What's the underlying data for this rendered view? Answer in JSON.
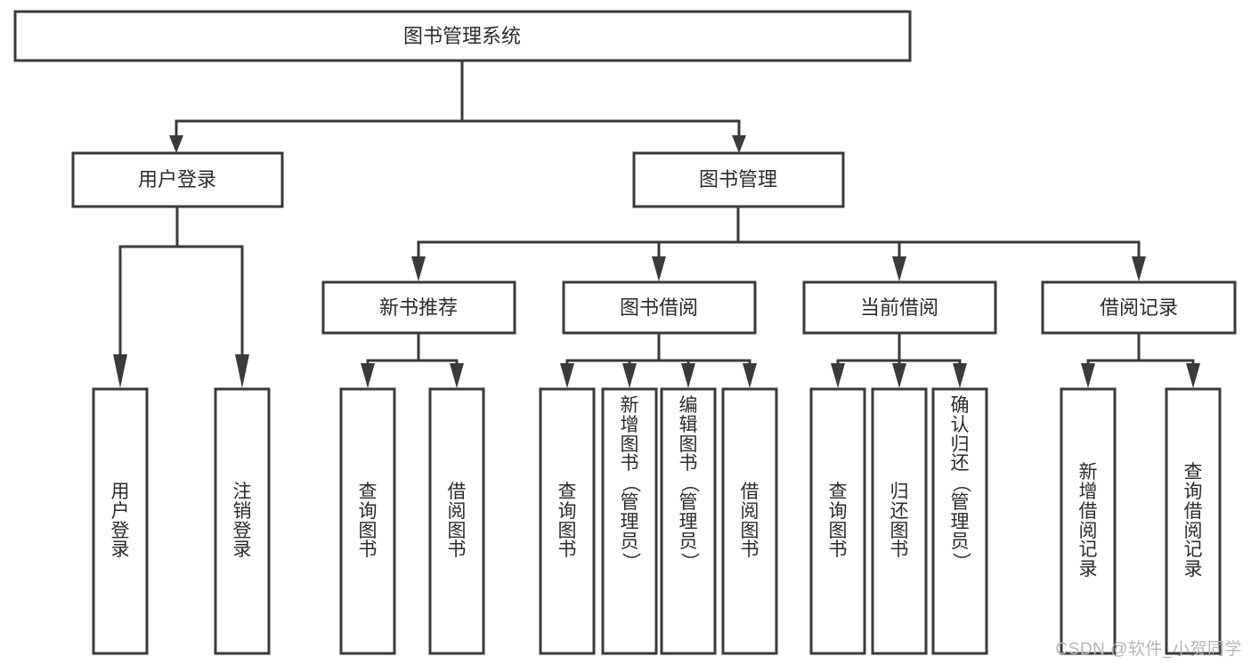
{
  "diagram": {
    "title": "图书管理系统",
    "type": "hierarchy-tree",
    "root": {
      "id": "root",
      "label": "图书管理系统",
      "orientation": "horizontal"
    },
    "level2": [
      {
        "id": "user-login",
        "label": "用户登录",
        "orientation": "horizontal"
      },
      {
        "id": "book-management",
        "label": "图书管理",
        "orientation": "horizontal"
      }
    ],
    "level3": [
      {
        "id": "new-book-recommend",
        "label": "新书推荐",
        "orientation": "horizontal",
        "parent": "book-management"
      },
      {
        "id": "book-borrow",
        "label": "图书借阅",
        "orientation": "horizontal",
        "parent": "book-management"
      },
      {
        "id": "current-borrow",
        "label": "当前借阅",
        "orientation": "horizontal",
        "parent": "book-management"
      },
      {
        "id": "borrow-record",
        "label": "借阅记录",
        "orientation": "horizontal",
        "parent": "book-management"
      }
    ],
    "leaves": [
      {
        "id": "leaf-user-login",
        "label": "用户登录",
        "orientation": "vertical",
        "parent": "user-login"
      },
      {
        "id": "leaf-logout",
        "label": "注销登录",
        "orientation": "vertical",
        "parent": "user-login"
      },
      {
        "id": "leaf-query-book-1",
        "label": "查询图书",
        "orientation": "vertical",
        "parent": "new-book-recommend"
      },
      {
        "id": "leaf-borrow-book-1",
        "label": "借阅图书",
        "orientation": "vertical",
        "parent": "new-book-recommend"
      },
      {
        "id": "leaf-query-book-2",
        "label": "查询图书",
        "orientation": "vertical",
        "parent": "book-borrow"
      },
      {
        "id": "leaf-add-book",
        "label": "新增图书（管理员）",
        "orientation": "vertical",
        "parent": "book-borrow"
      },
      {
        "id": "leaf-edit-book",
        "label": "编辑图书（管理员）",
        "orientation": "vertical",
        "parent": "book-borrow"
      },
      {
        "id": "leaf-borrow-book-2",
        "label": "借阅图书",
        "orientation": "vertical",
        "parent": "book-borrow"
      },
      {
        "id": "leaf-query-book-3",
        "label": "查询图书",
        "orientation": "vertical",
        "parent": "current-borrow"
      },
      {
        "id": "leaf-return-book",
        "label": "归还图书",
        "orientation": "vertical",
        "parent": "current-borrow"
      },
      {
        "id": "leaf-confirm-return",
        "label": "确认归还（管理员）",
        "orientation": "vertical",
        "parent": "current-borrow"
      },
      {
        "id": "leaf-add-record",
        "label": "新增借阅记录",
        "orientation": "vertical",
        "parent": "borrow-record"
      },
      {
        "id": "leaf-query-record",
        "label": "查询借阅记录",
        "orientation": "vertical",
        "parent": "borrow-record"
      }
    ],
    "colors": {
      "stroke": "#3a3a3a",
      "fill": "#ffffff",
      "text": "#2b2b2b",
      "watermark": "#b6b6b6",
      "background": "#ffffff"
    }
  },
  "watermark": {
    "text": "CSDN @软件_小贺同学"
  }
}
